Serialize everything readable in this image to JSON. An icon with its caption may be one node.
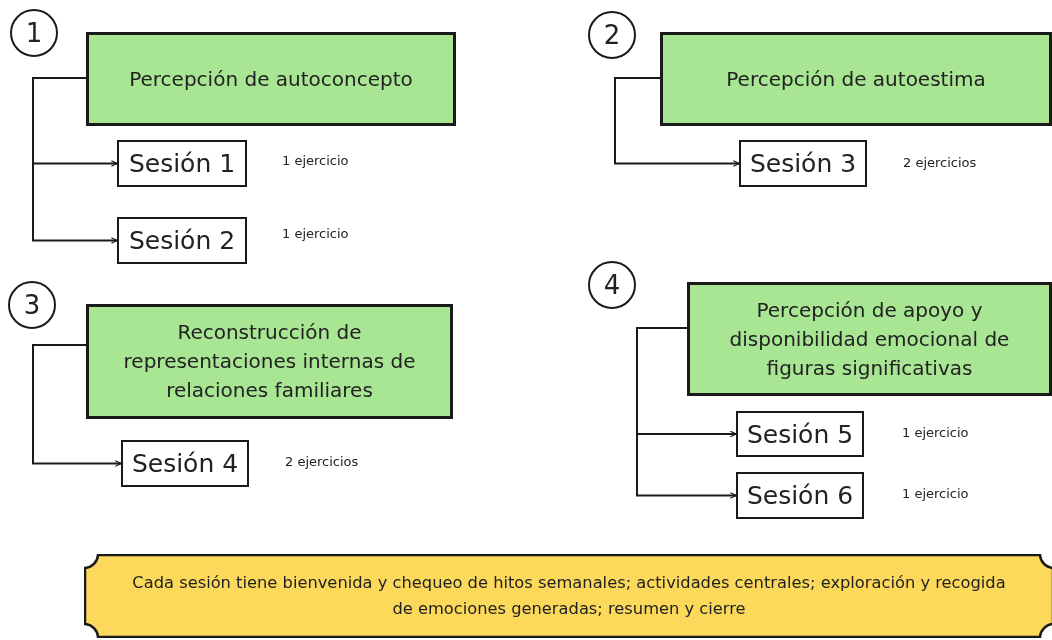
{
  "diagram": {
    "nodes": [
      {
        "text": [
          "1"
        ]
      },
      {
        "text": [
          "Percepción de autoconcepto"
        ]
      },
      {
        "text": [
          "2"
        ]
      },
      {
        "text": [
          "Percepción de autoestima"
        ]
      },
      {
        "text": [
          "Sesión 1"
        ],
        "beside": [
          "1 ejercicio"
        ]
      },
      {
        "text": [
          "Sesión 2"
        ],
        "beside": [
          "1 ejercicio"
        ]
      },
      {
        "text": [
          "Sesión 3"
        ],
        "beside": [
          "2 ejercicios"
        ]
      },
      {
        "text": [
          "3"
        ]
      },
      {
        "text": [
          "Reconstrucción de representaciones internas de relaciones familiares"
        ]
      },
      {
        "text": [
          "4"
        ]
      },
      {
        "text": [
          "Percepción de apoyo y disponibilidad emocional de figuras significativas"
        ]
      },
      {
        "text": [
          "Sesión 4"
        ],
        "beside": [
          "2 ejercicios"
        ]
      },
      {
        "text": [
          "Sesión 5"
        ],
        "beside": [
          "1 ejercicio"
        ]
      },
      {
        "text": [
          "Sesión 6"
        ],
        "beside": [
          "1 ejercicio"
        ]
      },
      {
        "text": [
          "Cada sesión tiene bienvenida y chequeo de hitos semanales; actividades centrales; exploración y recogida de emociones generadas; resumen y cierre"
        ]
      }
    ],
    "edges": [
      {
        "from": 1,
        "to": 4,
        "arrow": "to"
      },
      {
        "from": 1,
        "to": 5,
        "arrow": "to"
      },
      {
        "from": 3,
        "to": 6,
        "arrow": "to"
      },
      {
        "from": 8,
        "to": 11,
        "arrow": "to"
      },
      {
        "from": 10,
        "to": 12,
        "arrow": "to"
      },
      {
        "from": 10,
        "to": 13,
        "arrow": "to"
      }
    ]
  }
}
